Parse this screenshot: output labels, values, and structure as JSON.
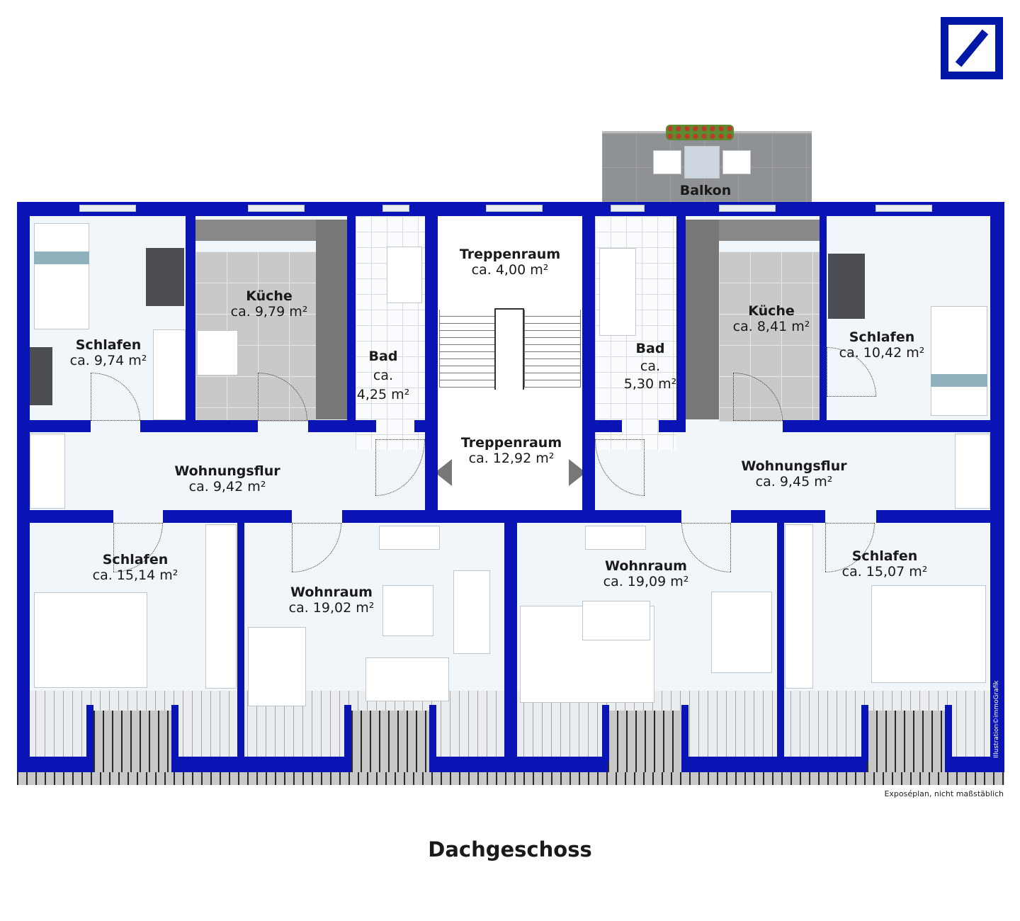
{
  "floor_title": "Dachgeschoss",
  "note": "Exposéplan, nicht maßstäblich",
  "credit": "Illustration©immoGrafik",
  "logo": {
    "name": "deutsche-bank-logo",
    "color": "#0018a8"
  },
  "colors": {
    "walls": "#0a14b4",
    "floor": "#f1f6fb",
    "kitchen_floor": "#c9c9c9",
    "balcony": "#8f9295"
  },
  "rooms": {
    "balkon": {
      "name": "Balkon"
    },
    "treppenraum_top": {
      "name": "Treppenraum",
      "area": "ca. 4,00 m²"
    },
    "treppenraum_mid": {
      "name": "Treppenraum",
      "area": "ca. 12,92 m²"
    },
    "schlafen_nw": {
      "name": "Schlafen",
      "area": "ca. 9,74 m²"
    },
    "kueche_w": {
      "name": "Küche",
      "area": "ca. 9,79 m²"
    },
    "bad_w": {
      "name": "Bad",
      "area1": "ca.",
      "area2": "4,25 m²"
    },
    "bad_e": {
      "name": "Bad",
      "area1": "ca.",
      "area2": "5,30 m²"
    },
    "kueche_e": {
      "name": "Küche",
      "area": "ca. 8,41 m²"
    },
    "schlafen_ne": {
      "name": "Schlafen",
      "area": "ca. 10,42 m²"
    },
    "flur_w": {
      "name": "Wohnungsflur",
      "area": "ca. 9,42 m²"
    },
    "flur_e": {
      "name": "Wohnungsflur",
      "area": "ca. 9,45 m²"
    },
    "schlafen_sw": {
      "name": "Schlafen",
      "area": "ca. 15,14 m²"
    },
    "wohnraum_w": {
      "name": "Wohnraum",
      "area": "ca. 19,02 m²"
    },
    "wohnraum_e": {
      "name": "Wohnraum",
      "area": "ca. 19,09 m²"
    },
    "schlafen_se": {
      "name": "Schlafen",
      "area": "ca. 15,07 m²"
    }
  }
}
